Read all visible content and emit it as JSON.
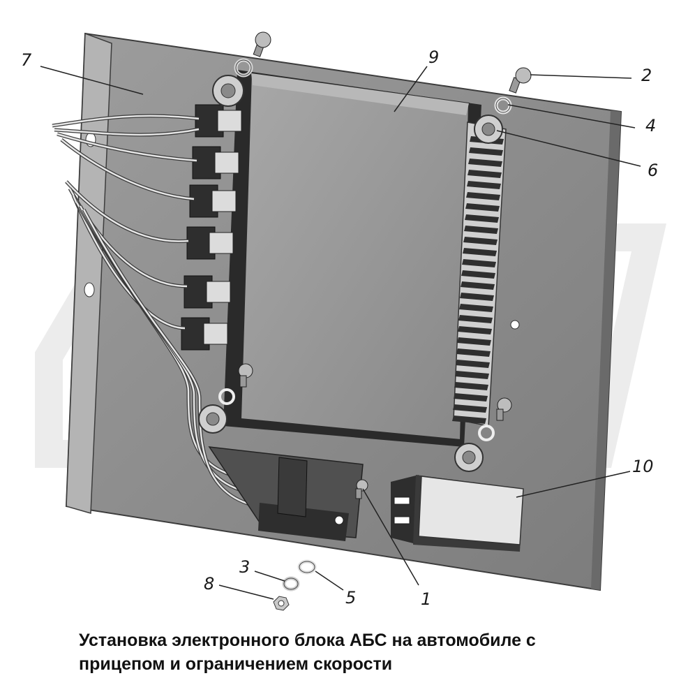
{
  "callouts": {
    "c1": "1",
    "c2": "2",
    "c3": "3",
    "c4": "4",
    "c5": "5",
    "c6": "6",
    "c7": "7",
    "c8": "8",
    "c9": "9",
    "c10": "10"
  },
  "caption": {
    "line1": "Установка электронного блока АБС на автомобиле с",
    "line2": "прицепом и ограничением скорости"
  },
  "colors": {
    "plate": "#8a8a8a",
    "ecu_body": "#9a9a9a",
    "heatsink": "#3a3a3a",
    "connector_dark": "#2e2e2e",
    "connector_light": "#d9d9d9",
    "wire": "#e0e0e0",
    "relay_box": "#e6e6e6"
  }
}
